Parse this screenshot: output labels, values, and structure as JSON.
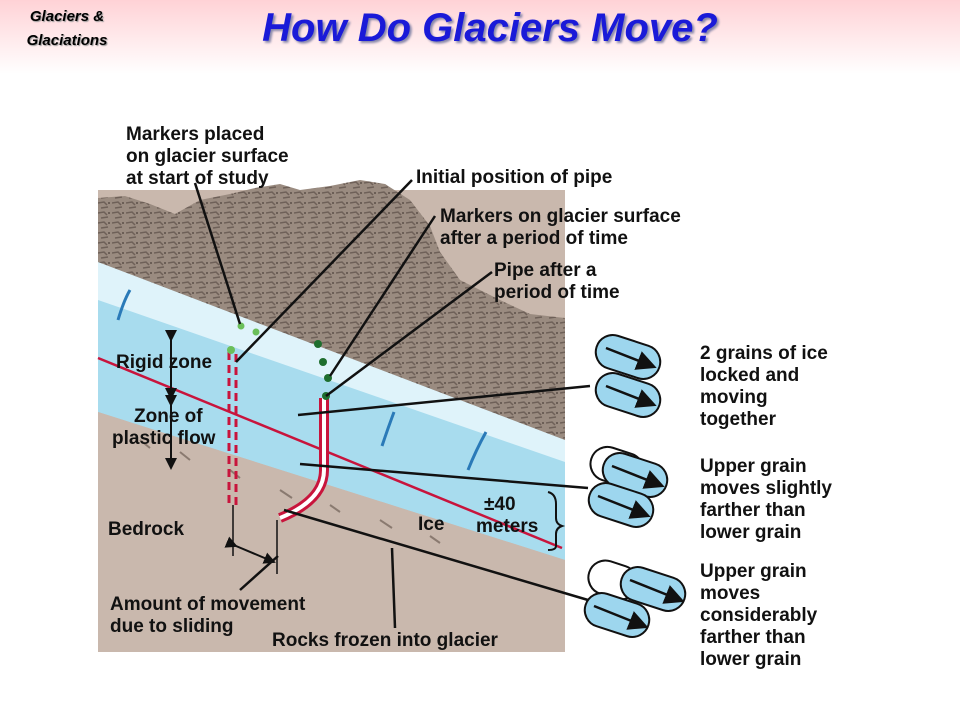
{
  "header": {
    "course_line1": "Glaciers &",
    "course_line2": "Glaciations",
    "title": "How Do Glaciers Move?"
  },
  "colors": {
    "title_blue": "#1a1ad8",
    "ice": "#a8dcee",
    "bedrock": "#c9b8ad",
    "pipe_red": "#c8143c",
    "grain_blue": "#9dd6ee"
  },
  "labels": {
    "markers_start": [
      "Markers placed",
      "on glacier surface",
      "at start of study"
    ],
    "initial_pipe": "Initial position of pipe",
    "markers_after": [
      "Markers on glacier surface",
      "after a period of time"
    ],
    "pipe_after": [
      "Pipe after a",
      "period of time"
    ],
    "rigid_zone": "Rigid zone",
    "plastic_flow": [
      "Zone of",
      "plastic flow"
    ],
    "bedrock": "Bedrock",
    "ice": "Ice",
    "depth": [
      "±40",
      "meters"
    ],
    "movement": [
      "Amount of movement",
      "due to sliding"
    ],
    "rocks": "Rocks frozen into glacier",
    "grains_1": [
      "2 grains of ice",
      "locked and",
      "moving",
      "together"
    ],
    "grains_2": [
      "Upper grain",
      "moves slightly",
      "farther than",
      "lower grain"
    ],
    "grains_3": [
      "Upper grain",
      "moves",
      "considerably",
      "farther than",
      "lower grain"
    ]
  }
}
